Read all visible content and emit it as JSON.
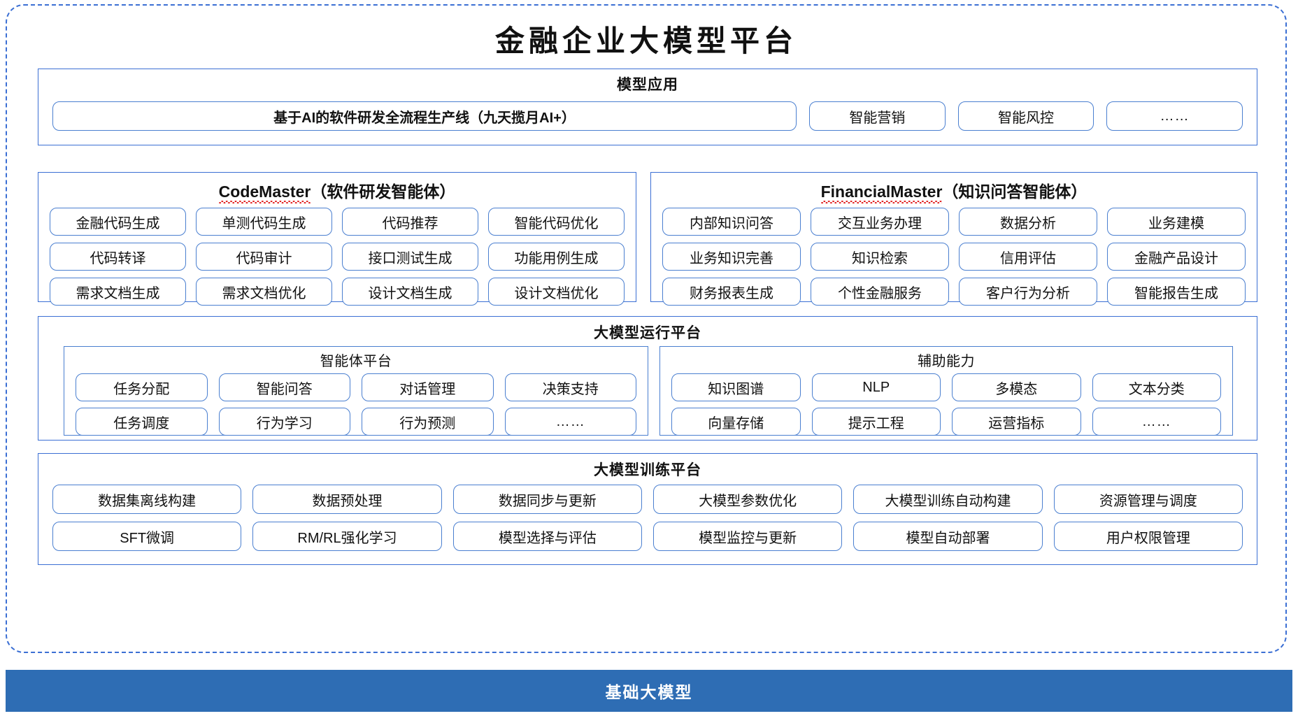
{
  "title": "金融企业大模型平台",
  "sections": {
    "application": {
      "title": "模型应用",
      "items": [
        "基于AI的软件研发全流程生产线（九天揽月AI+）",
        "智能营销",
        "智能风控",
        "……"
      ]
    },
    "code_master": {
      "name_latin": "CodeMaster",
      "name_cn": "（软件研发智能体）",
      "items": [
        "金融代码生成",
        "单测代码生成",
        "代码推荐",
        "智能代码优化",
        "代码转译",
        "代码审计",
        "接口测试生成",
        "功能用例生成",
        "需求文档生成",
        "需求文档优化",
        "设计文档生成",
        "设计文档优化"
      ]
    },
    "financial_master": {
      "name_latin": "FinancialMaster",
      "name_cn": "（知识问答智能体）",
      "items": [
        "内部知识问答",
        "交互业务办理",
        "数据分析",
        "业务建模",
        "业务知识完善",
        "知识检索",
        "信用评估",
        "金融产品设计",
        "财务报表生成",
        "个性金融服务",
        "客户行为分析",
        "智能报告生成"
      ]
    },
    "run_platform": {
      "title": "大模型运行平台",
      "agent_platform": {
        "title": "智能体平台",
        "items": [
          "任务分配",
          "智能问答",
          "对话管理",
          "决策支持",
          "任务调度",
          "行为学习",
          "行为预测",
          "……"
        ]
      },
      "auxiliary": {
        "title": "辅助能力",
        "items": [
          "知识图谱",
          "NLP",
          "多模态",
          "文本分类",
          "向量存储",
          "提示工程",
          "运营指标",
          "……"
        ]
      }
    },
    "train_platform": {
      "title": "大模型训练平台",
      "items": [
        "数据集离线构建",
        "数据预处理",
        "数据同步与更新",
        "大模型参数优化",
        "大模型训练自动构建",
        "资源管理与调度",
        "SFT微调",
        "RM/RL强化学习",
        "模型选择与评估",
        "模型监控与更新",
        "模型自动部署",
        "用户权限管理"
      ]
    },
    "base_model": {
      "label": "基础大模型"
    }
  },
  "colors": {
    "frame_border": "#3b6fd4",
    "box_border": "#4a7fd0",
    "base_bar": "#2e6db4",
    "spellcheck_underline": "#e02020",
    "text": "#111111"
  }
}
